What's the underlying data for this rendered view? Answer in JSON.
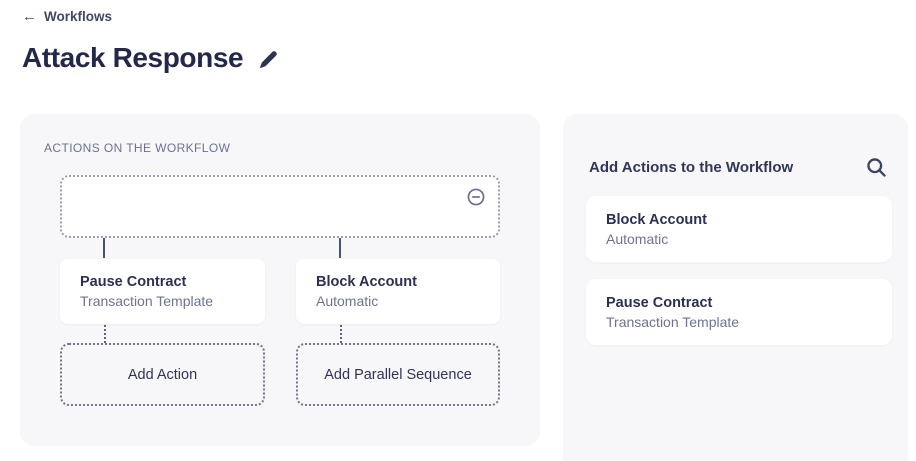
{
  "header": {
    "back": {
      "icon": "←",
      "label": "Workflows"
    },
    "title": "Attack Response",
    "edit_icon": "pencil-icon"
  },
  "workflow_panel": {
    "heading": "ACTIONS ON THE WORKFLOW",
    "root_node": {
      "remove_icon": "minus-circle-icon"
    },
    "branches": [
      {
        "action": {
          "title": "Pause Contract",
          "subtitle": "Transaction Template"
        },
        "add_button": "Add Action"
      },
      {
        "action": {
          "title": "Block Account",
          "subtitle": "Automatic"
        },
        "add_button": "Add Parallel Sequence"
      }
    ]
  },
  "library_panel": {
    "heading": "Add Actions to the Workflow",
    "search_icon": "magnifier-icon",
    "items": [
      {
        "title": "Block Account",
        "subtitle": "Automatic"
      },
      {
        "title": "Pause Contract",
        "subtitle": "Transaction Template"
      }
    ]
  },
  "colors": {
    "text_primary": "#2b3051",
    "text_secondary": "#6e7390",
    "panel_bg": "#f7f7f9",
    "card_bg": "#ffffff",
    "dotted_border_light": "#999db3",
    "dotted_border_strong": "#6f7492",
    "connector": "#4b5170",
    "icon": "#3c4363"
  }
}
